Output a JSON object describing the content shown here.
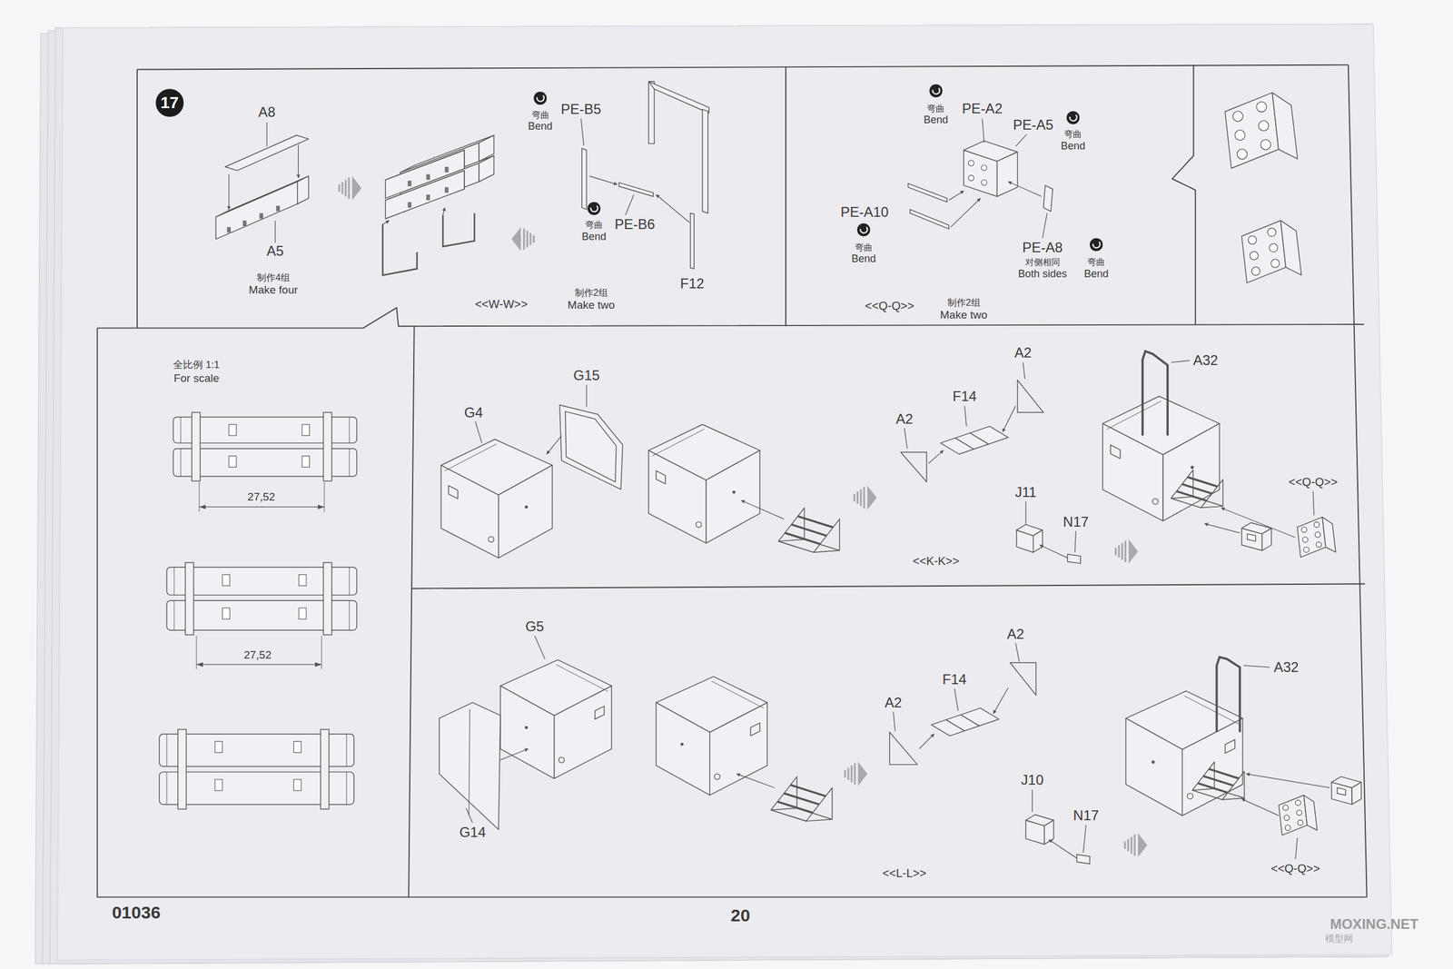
{
  "diagram": {
    "nodes": [
      {
        "text": [
          "17"
        ]
      }
    ],
    "labels": [
      "A8",
      "A5",
      "制作4组",
      "Make four",
      "PE-B5",
      "弯曲",
      "Bend",
      "PE-B6",
      "弯曲",
      "Bend",
      "<<W-W>>",
      "制作2组",
      "Make two",
      "F12",
      "弯曲",
      "Bend",
      "PE-A2",
      "PE-A5",
      "弯曲",
      "Bend",
      "PE-A10",
      "弯曲",
      "Bend",
      "PE-A8",
      "对侧相同",
      "Both sides",
      "弯曲",
      "Bend",
      "<<Q-Q>>",
      "制作2组",
      "Make two",
      "全比例 1:1",
      "For scale",
      "27,52",
      "27,52",
      "G15",
      "G4",
      "A2",
      "A2",
      "F14",
      "A32",
      "J11",
      "N17",
      "<<K-K>>",
      "<<Q-Q>>",
      "G5",
      "A2",
      "F14",
      "A2",
      "A32",
      "J10",
      "N17",
      "G14",
      "<<L-L>>",
      "<<Q-Q>>",
      "01036",
      "20",
      "MOXING.NET",
      "模型网"
    ]
  }
}
